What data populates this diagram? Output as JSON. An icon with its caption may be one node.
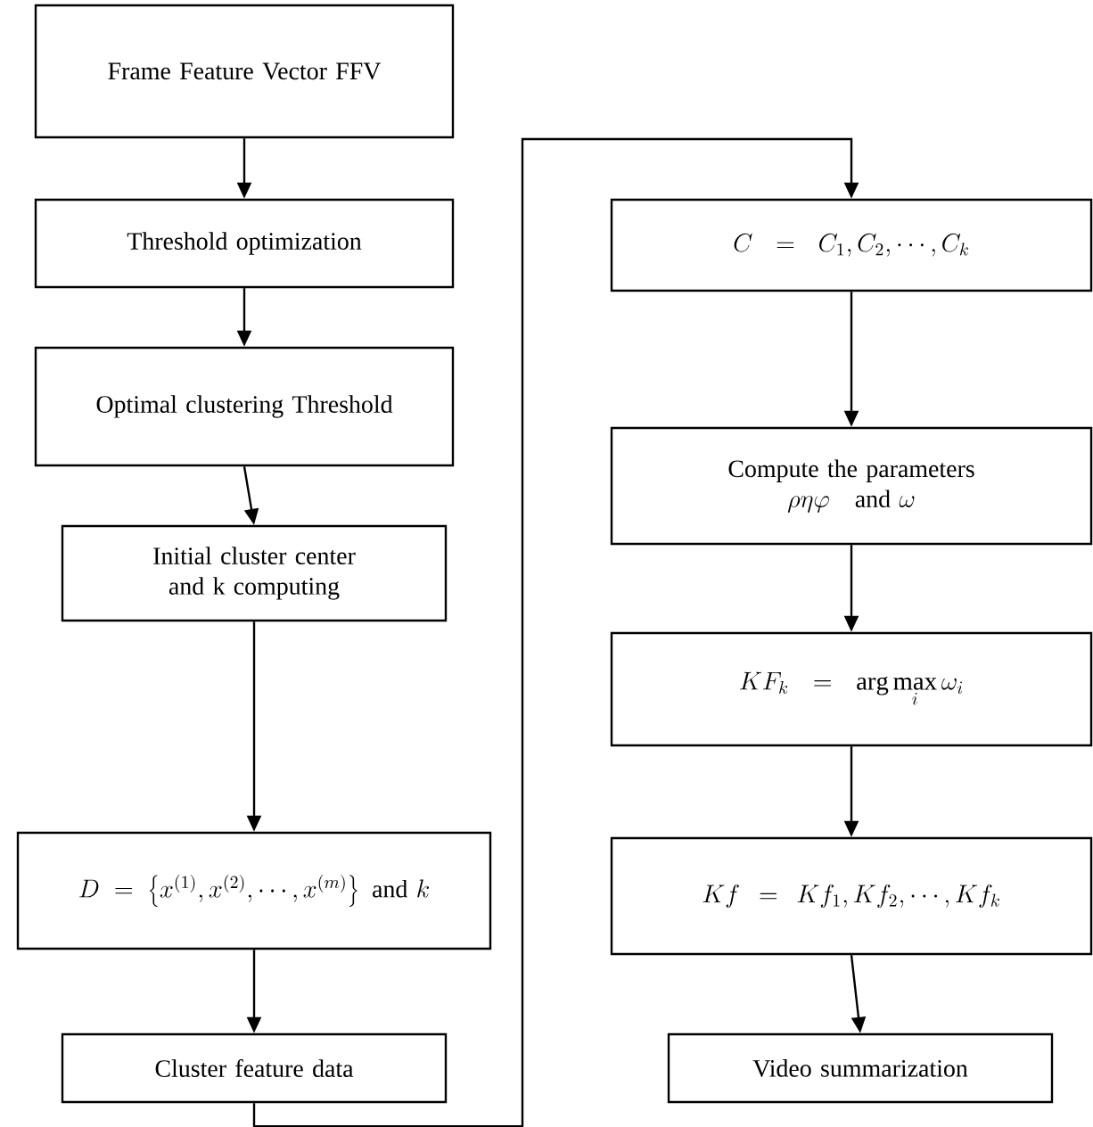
{
  "diagram": {
    "nodes": [
      {
        "text": [
          "Frame Feature Vector FFV"
        ]
      },
      {
        "text": [
          "Threshold optimization"
        ]
      },
      {
        "text": [
          "Optimal clustering Threshold"
        ]
      },
      {
        "text": [
          "Initial cluster center and k computing"
        ]
      },
      {
        "text": [
          "D=\\left\\{x^{(1)},x^{(2)},\\cdots,x^{(m)}\\right\\}\\mbox{ and }k"
        ]
      },
      {
        "text": [
          "Cluster feature data"
        ]
      },
      {
        "text": [
          "C = C_1, C_2, \\cdots, C_k"
        ]
      },
      {
        "text": [
          "Compute the parameters",
          "\\rho\\eta\\varphi\\quad\\mbox{and }\\omega"
        ]
      },
      {
        "text": [
          "KF_k = \\arg\\max_i \\omega_i"
        ]
      },
      {
        "text": [
          "Kf = Kf_1, Kf_2, \\cdots, Kf_k"
        ]
      },
      {
        "text": [
          "Video summarization"
        ]
      }
    ],
    "edges": [
      {
        "from": 0,
        "to": 1,
        "arrow": "to"
      },
      {
        "from": 1,
        "to": 2,
        "arrow": "to"
      },
      {
        "from": 2,
        "to": 3,
        "arrow": "to"
      },
      {
        "from": 3,
        "to": 4,
        "arrow": "to"
      },
      {
        "from": 4,
        "to": 5,
        "arrow": "to"
      },
      {
        "from": 5,
        "to": 6,
        "arrow": "to"
      },
      {
        "from": 6,
        "to": 7,
        "arrow": "to"
      },
      {
        "from": 7,
        "to": 8,
        "arrow": "to"
      },
      {
        "from": 8,
        "to": 9,
        "arrow": "to"
      },
      {
        "from": 9,
        "to": 10,
        "arrow": "to"
      }
    ]
  }
}
